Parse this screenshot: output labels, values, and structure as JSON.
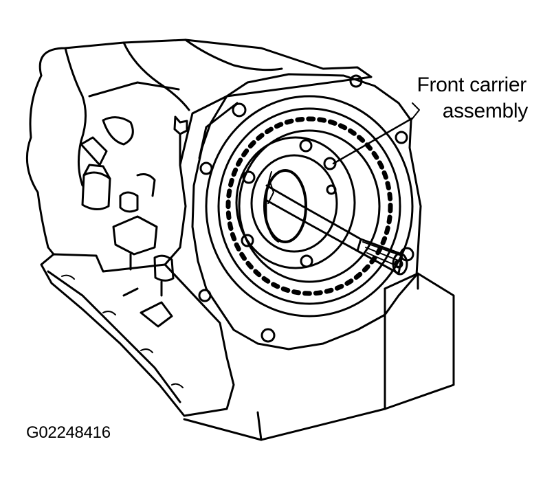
{
  "callout": {
    "line1": "Front carrier",
    "line2": "assembly"
  },
  "figure_code": "G02248416",
  "colors": {
    "ink": "#000000",
    "paper": "#ffffff"
  }
}
